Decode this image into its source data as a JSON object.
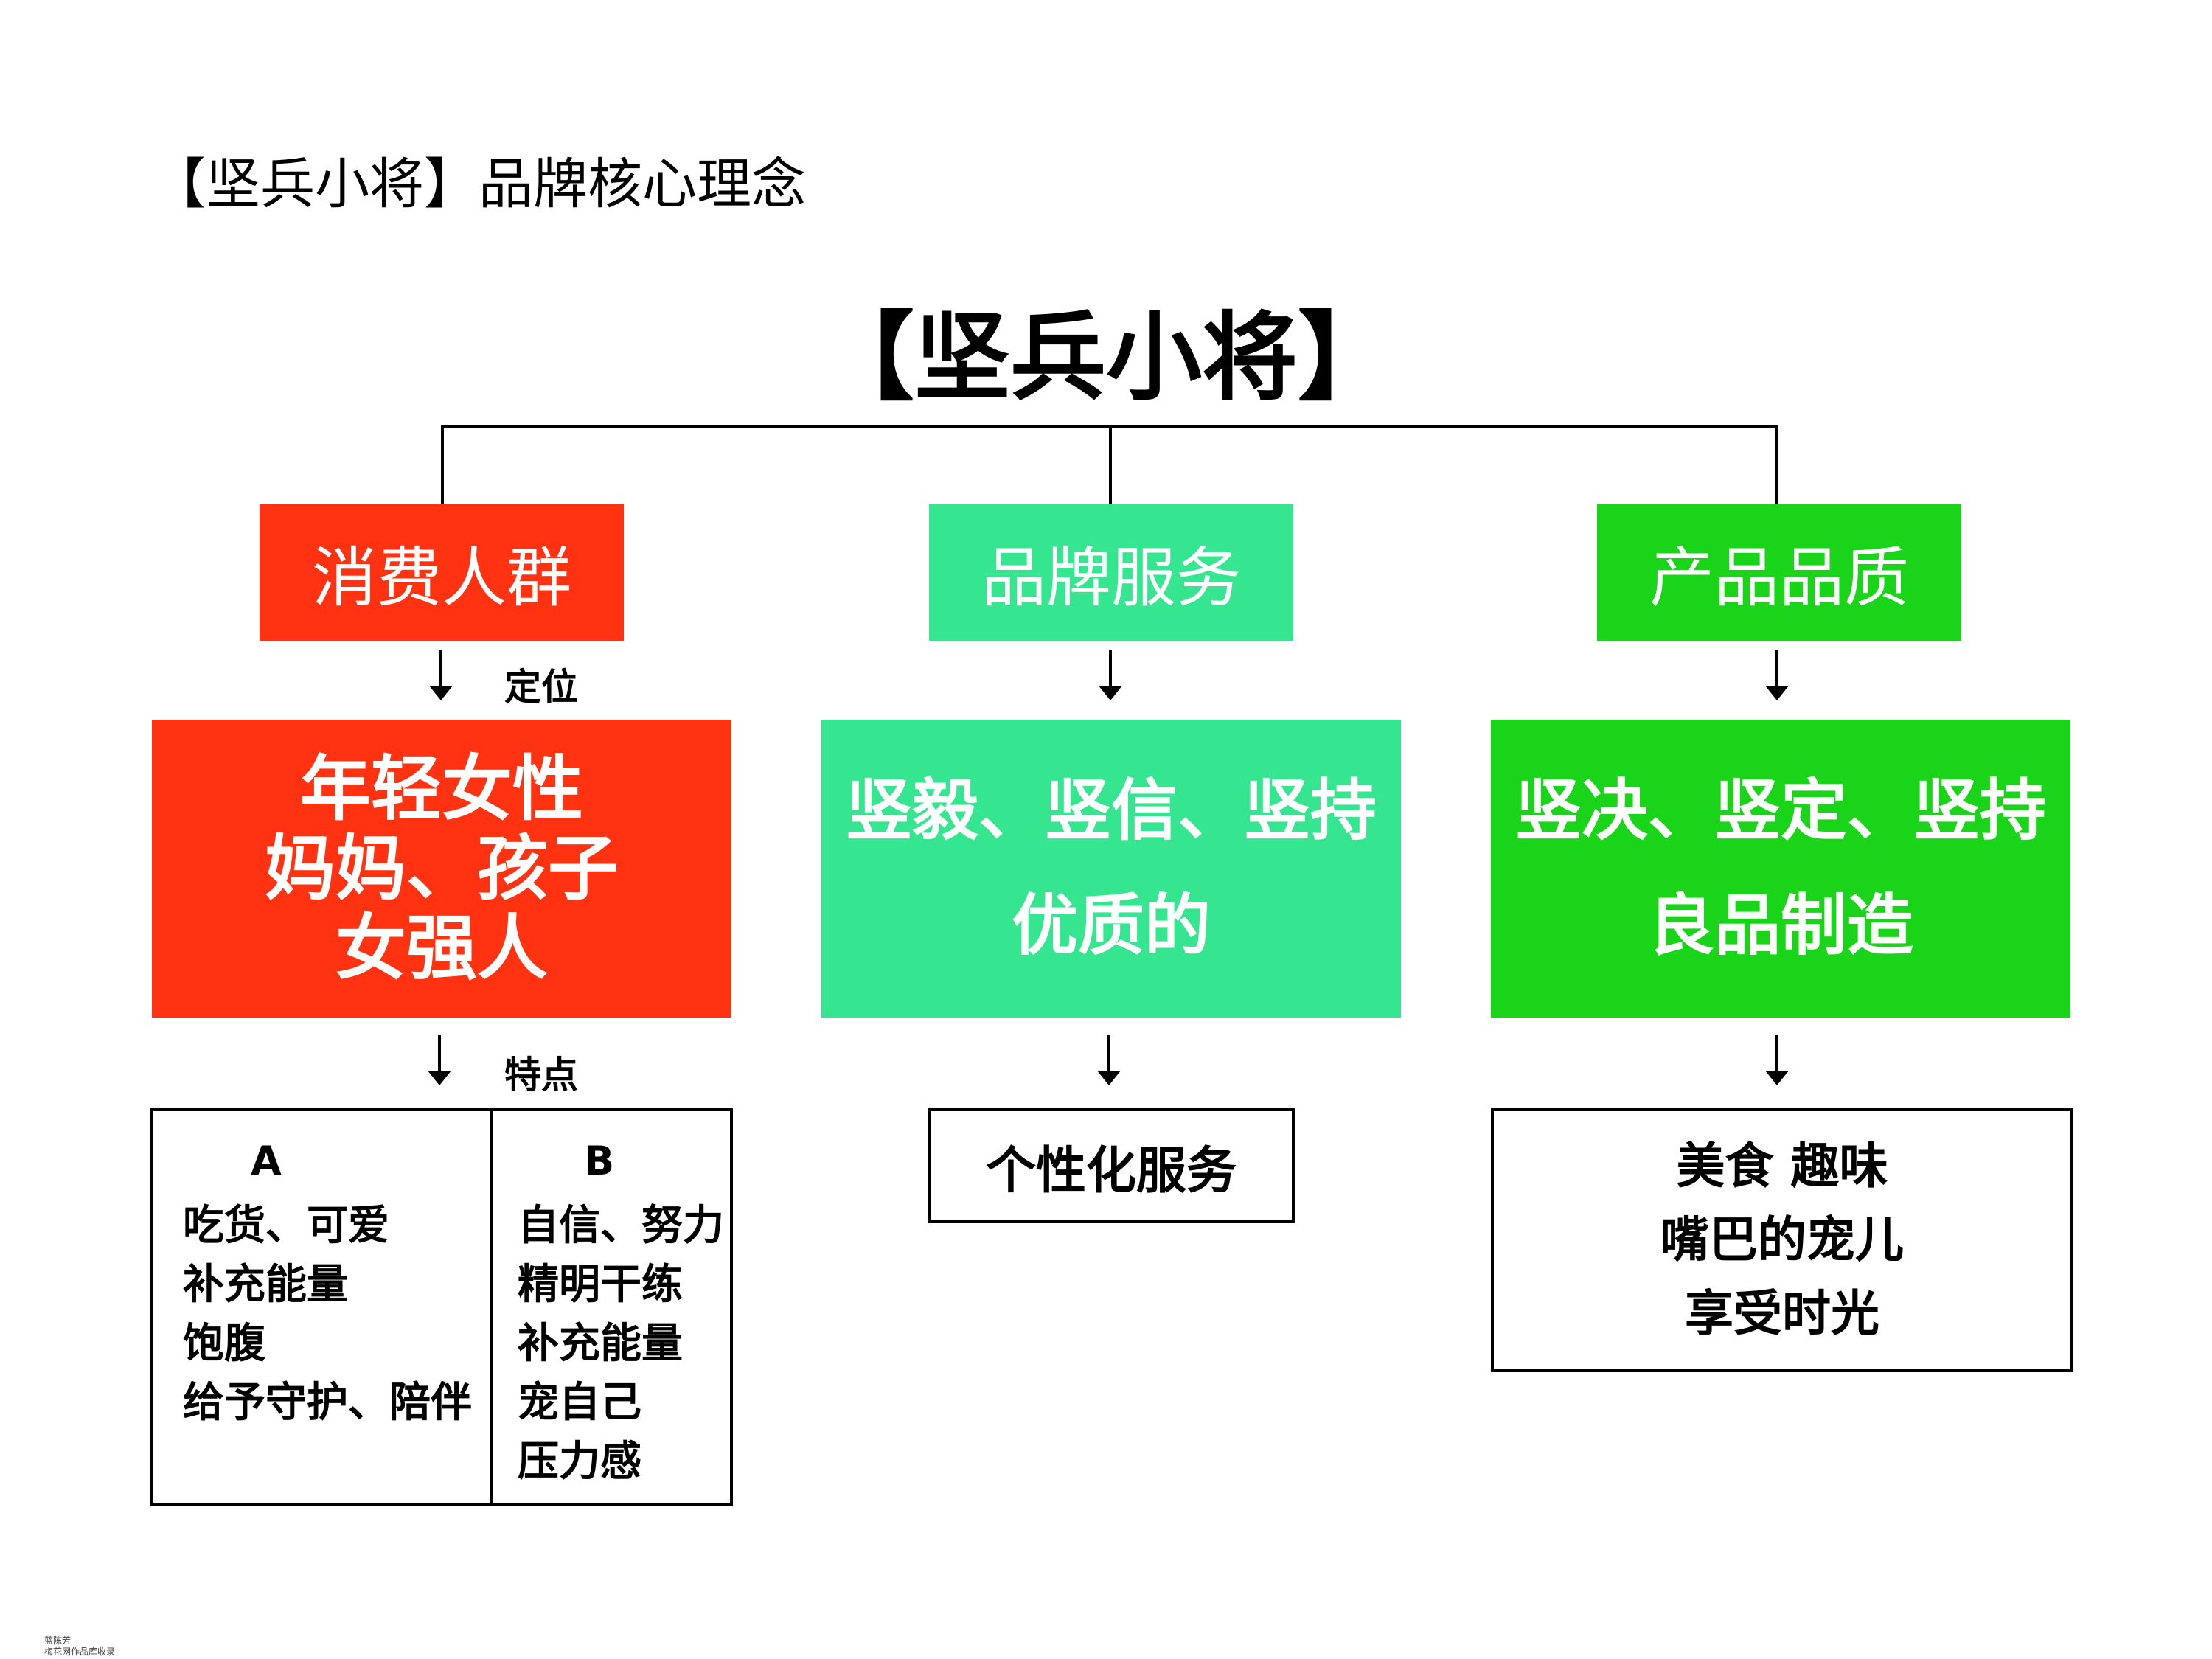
{
  "page_title": "【坚兵小将】品牌核心理念",
  "root": {
    "label": "【坚兵小将】"
  },
  "colors": {
    "red": "#ff3311",
    "teal": "#36e590",
    "green": "#19d419",
    "line": "#000000"
  },
  "columns": [
    {
      "category": "消费人群",
      "edge_label_1": "定位",
      "big_lines": [
        "年轻女性",
        "妈妈、孩子",
        "女强人"
      ],
      "edge_label_2": "特点",
      "detail": {
        "A": {
          "head": "A",
          "lines": [
            "吃货、可爱",
            "补充能量",
            "饱腹",
            "给予守护、陪伴"
          ]
        },
        "B": {
          "head": "B",
          "lines": [
            "自信、努力",
            "精明干练",
            "补充能量",
            "宠自己",
            "压力感"
          ]
        }
      }
    },
    {
      "category": "品牌服务",
      "big_lines": [
        "竖毅、竖信、竖持",
        "优质的"
      ],
      "detail_lines": [
        "个性化服务"
      ]
    },
    {
      "category": "产品品质",
      "big_lines": [
        "竖决、竖定、竖持",
        "良品制造"
      ],
      "detail_lines": [
        "美食 趣味",
        "嘴巴的宠儿",
        "享受时光"
      ]
    }
  ],
  "credit": [
    "蓝陈芳",
    "梅花网作品库收录"
  ]
}
